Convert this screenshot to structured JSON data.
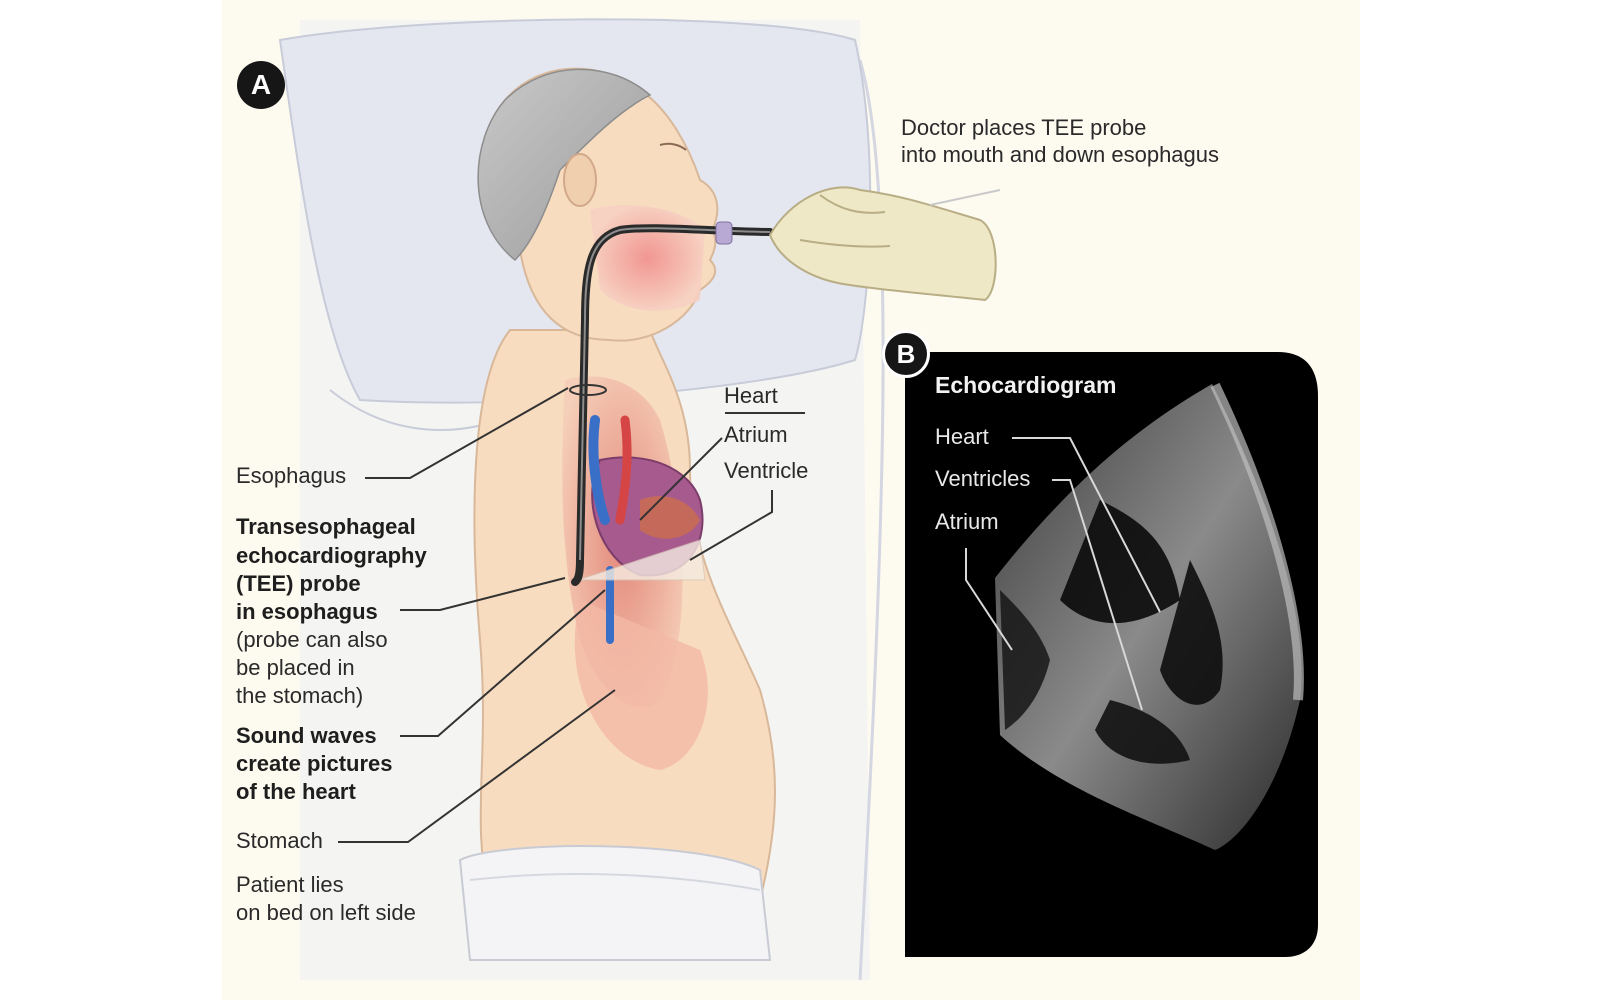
{
  "panels": {
    "a": {
      "badge": "A"
    },
    "b": {
      "badge": "B",
      "title": "Echocardiogram"
    }
  },
  "labels": {
    "doctor_line1": "Doctor places TEE probe",
    "doctor_line2": "into mouth and down esophagus",
    "heart": "Heart",
    "atrium": "Atrium",
    "ventricle": "Ventricle",
    "esophagus": "Esophagus",
    "tee_line1": "Transesophageal",
    "tee_line2": "echocardiography",
    "tee_line3": "(TEE) probe",
    "tee_line4": "in esophagus",
    "tee_note1": "(probe can also",
    "tee_note2": "be placed in",
    "tee_note3": "the stomach)",
    "sound_line1": "Sound waves",
    "sound_line2": "create pictures",
    "sound_line3": "of the heart",
    "stomach": "Stomach",
    "patient_line1": "Patient lies",
    "patient_line2": "on bed on left side"
  },
  "echo_labels": {
    "heart": "Heart",
    "ventricles": "Ventricles",
    "atrium": "Atrium"
  },
  "colors": {
    "background": "#fdfaf0",
    "skin": "#f7dcbf",
    "pillow": "#e6e8f1",
    "glove": "#efe8c6",
    "echo_bg": "#000000"
  }
}
